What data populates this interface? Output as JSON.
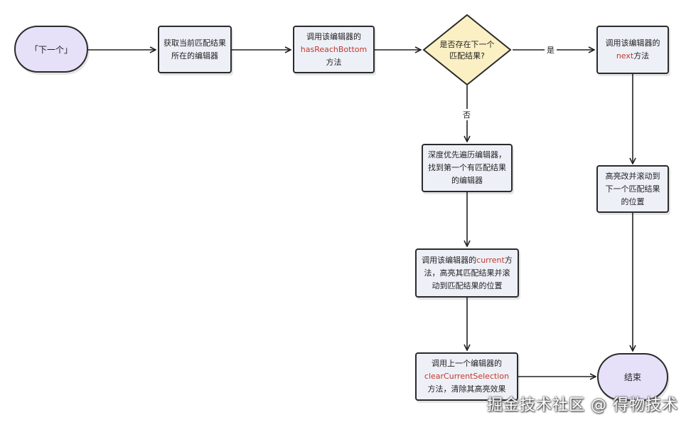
{
  "nodes": {
    "start": {
      "text": "「下一个」"
    },
    "get_editor": {
      "text": "获取当前匹配结果所在的编辑器"
    },
    "call_has_reach_bottom": {
      "pre": "调用该编辑器的",
      "method": "hasReachBottom",
      "post": "方法"
    },
    "decision": {
      "text": "是否存在下一个匹配结果?"
    },
    "call_next": {
      "pre": "调用该编辑器的",
      "method": "next",
      "post": "方法"
    },
    "highlight_scroll_next": {
      "text": "高亮改并滚动到下一个匹配结果的位置"
    },
    "dfs_editors": {
      "text": "深度优先遍历编辑器，找到第一个有匹配结果的编辑器"
    },
    "call_current": {
      "pre": "调用该编辑器的",
      "method": "current",
      "post": "方法，高亮其匹配结果并滚动到匹配结果的位置"
    },
    "call_clear": {
      "pre": "调用上一个编辑器的",
      "method": "clearCurrentSelection",
      "post": "方法，清除其高亮效果"
    },
    "end": {
      "text": "结束"
    }
  },
  "edges": {
    "yes_label": "是",
    "no_label": "否"
  },
  "colors": {
    "method_highlight": "#c0392b",
    "node_fill": "#eef0f8",
    "terminal_fill": "#e6e0f8",
    "decision_fill": "#fbf0c4"
  },
  "watermark": "掘金技术社区 @ 得物技术"
}
